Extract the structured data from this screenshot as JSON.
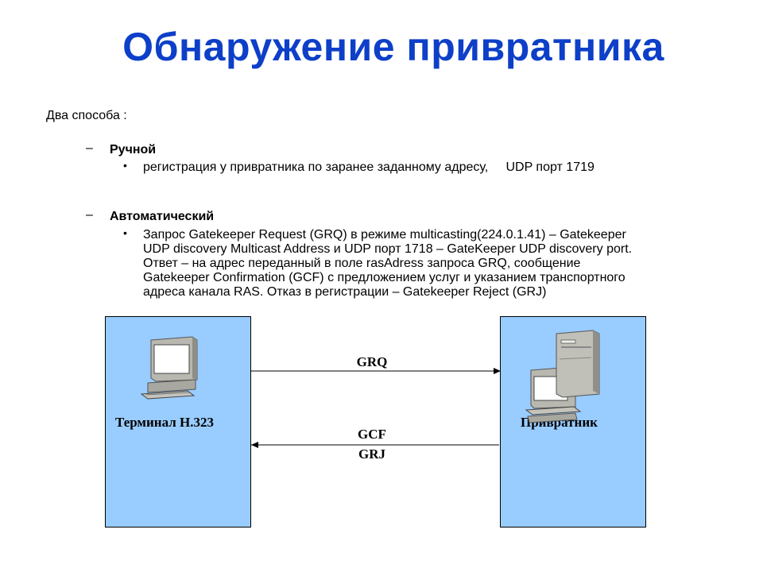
{
  "title": "Обнаружение привратника",
  "intro": "Два способа :",
  "methods": [
    {
      "dash": "–",
      "name": "Ручной",
      "bullet": "•",
      "detail": "регистрация у привратника по заранее заданному адресу,     UDP порт 1719"
    },
    {
      "dash": "–",
      "name": "Автоматический",
      "bullet": "•",
      "detail_lines": [
        "Запрос Gatekeeper Request (GRQ) в режиме multicasting(224.0.1.41) – Gatekeeper",
        "UDP discovery Multicast Address и UDP порт 1718 – GateKeeper UDP discovery port.",
        "Ответ – на адрес переданный в поле rasAdress запроса GRQ, сообщение",
        "Gatekeeper Confirmation (GCF) с предложением услуг и указанием транспортного",
        "адреса канала RAS. Отказ в регистрации – Gatekeeper Reject (GRJ)"
      ]
    }
  ],
  "diagram": {
    "left_label": "Терминал H.323",
    "right_label": "Привратник",
    "request_message": "GRQ",
    "response_messages": [
      "GCF",
      "GRJ"
    ],
    "box_color": "#99ccff",
    "left_icon": "desktop-computer-icon",
    "right_icon": "server-tower-icon"
  }
}
